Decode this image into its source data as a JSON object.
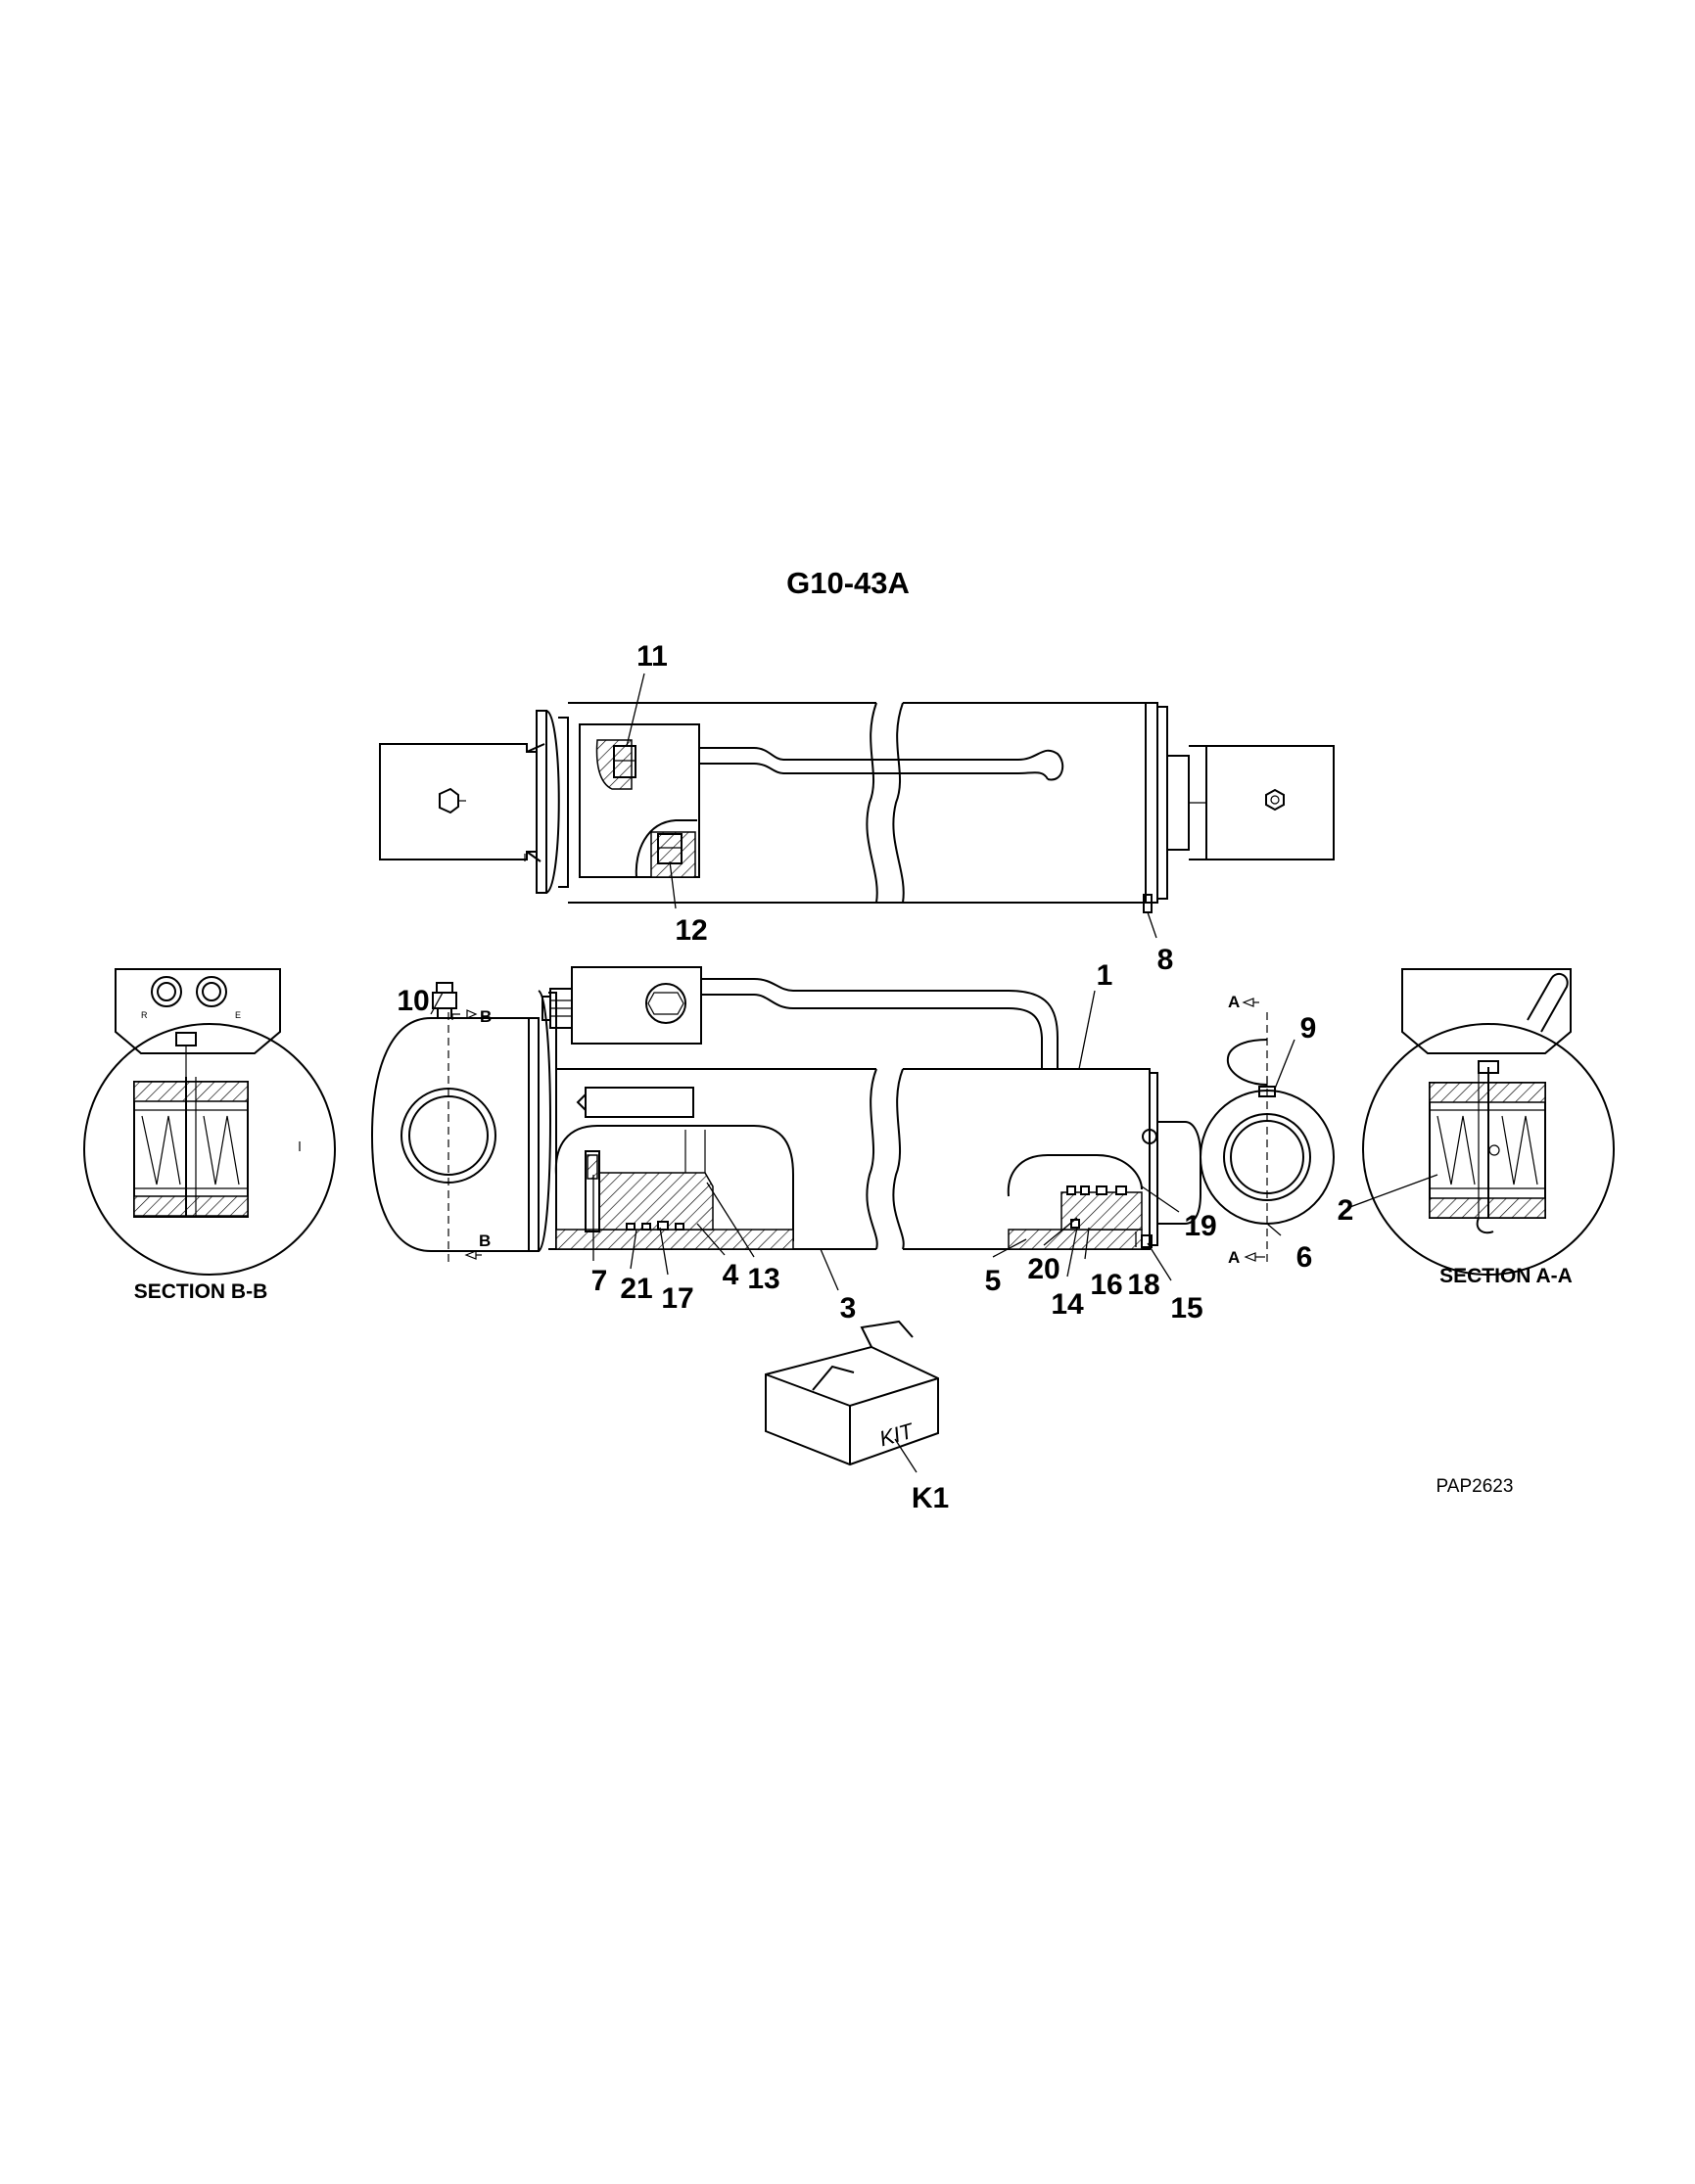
{
  "title": "G10-43A",
  "ref_code": "PAP2623",
  "sections": {
    "bb": "SECTION B-B",
    "aa": "SECTION A-A"
  },
  "section_markers": {
    "b_top": "B",
    "b_bottom": "B",
    "a_top": "A",
    "a_bottom": "A"
  },
  "port_labels": {
    "r": "R",
    "e": "E"
  },
  "kit_label": "KIT",
  "callouts": {
    "c1": "1",
    "c2": "2",
    "c3": "3",
    "c4": "4",
    "c5": "5",
    "c6": "6",
    "c7": "7",
    "c8": "8",
    "c9": "9",
    "c10": "10",
    "c11": "11",
    "c12": "12",
    "c13": "13",
    "c14": "14",
    "c15": "15",
    "c16": "16",
    "c17": "17",
    "c18": "18",
    "c19": "19",
    "c20": "20",
    "c21": "21",
    "k1": "K1"
  }
}
